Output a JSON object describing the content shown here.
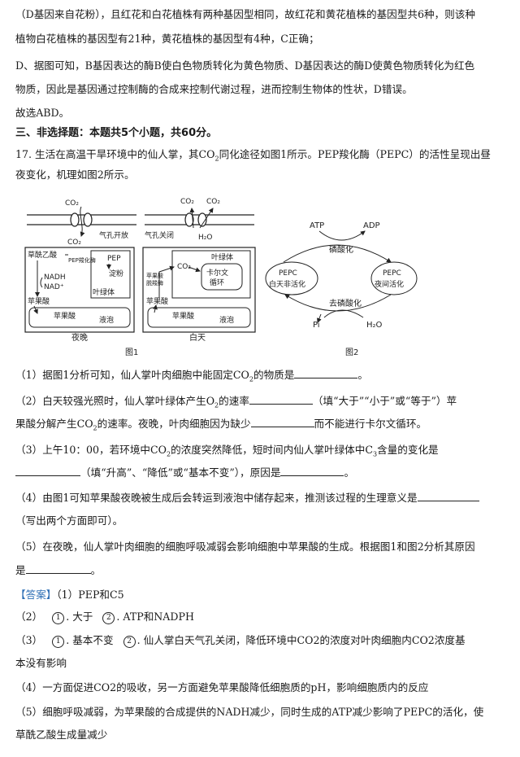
{
  "prev": {
    "line1": "（D基因来自花粉），且红花和白花植株有两种基因型相同，故红花和黄花植株的基因型共6种，则该种",
    "line2": "植物白花植株的基因型有21种，黄花植株的基因型有4种，C正确；",
    "line3": "D、据图可知，B基因表达的酶B使白色物质转化为黄色物质、D基因表达的酶D使黄色物质转化为红色",
    "line4": "物质，因此是基因通过控制酶的合成来控制代谢过程，进而控制生物体的性状，D错误。",
    "line5": "故选ABD。"
  },
  "section": "三、非选择题：本题共5个小题，共60分。",
  "q17": {
    "intro1a": "17. 生活在高温干旱环境中的仙人掌，其CO",
    "intro1b": "同化途径如图1所示。PEP羧化酶（PEPC）的活性呈现出昼",
    "intro2": "夜变化，机理如图2所示。"
  },
  "fig1": {
    "caption": "图1",
    "night": {
      "label": "夜晚",
      "co2_top": "CO₂",
      "co2_mid": "CO₂",
      "stomata": "气孔开放",
      "oaa": "草酰乙酸",
      "pepc": "PEP羧化酶",
      "pep": "PEP",
      "starch": "淀粉",
      "nadh": "NADH",
      "nad": "NAD⁺",
      "chloroplast": "叶绿体",
      "malate": "苹果酸",
      "malate2": "苹果酸",
      "vacuole": "液泡"
    },
    "day": {
      "label": "白天",
      "co2_a": "CO₂",
      "co2_b": "CO₂",
      "stomata": "气孔关闭",
      "h2o": "H₂O",
      "chloroplast": "叶绿体",
      "co2_in": "CO₂",
      "decarbox1": "苹果酸",
      "decarbox2": "脱羧酶",
      "calvin1": "卡尔文",
      "calvin2": "循环",
      "malate": "苹果酸",
      "malate2": "苹果酸",
      "vacuole": "液泡"
    }
  },
  "fig2": {
    "caption": "图2",
    "atp": "ATP",
    "adp": "ADP",
    "phos": "磷酸化",
    "left1": "PEPC",
    "left2": "白天非活化",
    "right1": "PEPC",
    "right2": "夜间活化",
    "dephos": "去磷酸化",
    "pi": "Pi",
    "h2o": "H₂O"
  },
  "questions": {
    "q1a": "（1）据图1分析可知，仙人掌叶肉细胞中能固定CO",
    "q1b": "的物质是",
    "q1end": "。",
    "q2a": "（2）白天较强光照时，仙人掌叶绿体产生O",
    "q2b": "的速率",
    "q2c": "（填“大于”“小于”或“等于”）苹",
    "q2d": "果酸分解产生CO",
    "q2e": "的速率。夜晚，叶肉细胞因为缺少",
    "q2f": "而不能进行卡尔文循环。",
    "q3a": "（3）上午10：00，若环境中CO",
    "q3b": "的浓度突然降低，短时间内仙人掌叶绿体中C",
    "q3c": "含量的变化是",
    "q3d": "（填“升高”、“降低”或“基本不变”），原因是",
    "q3end": "。",
    "q4a": "（4）由图1可知苹果酸夜晚被生成后会转运到液泡中储存起来，推测该过程的生理意义是",
    "q4b": "（写出两个方面即可）。",
    "q5a": "（5）在夜晚，仙人掌叶肉细胞的细胞呼吸减弱会影响细胞中苹果酸的生成。根据图1和图2分析其原因",
    "q5b": "是",
    "q5end": "。"
  },
  "answer": {
    "tag": "【答案】",
    "a1": "（1）PEP和C5",
    "a2": "（2）",
    "a2_1n": "1",
    "a2_1": ". 大于",
    "a2_2n": "2",
    "a2_2": ". ATP和NADPH",
    "a3": "（3）",
    "a3_1n": "1",
    "a3_1": ". 基本不变",
    "a3_2n": "2",
    "a3_2": ". 仙人掌白天气孔关闭，降低环境中CO2的浓度对叶肉细胞内CO2浓度基",
    "a3_cont": "本没有影响",
    "a4": "（4）一方面促进CO2的吸收，另一方面避免苹果酸降低细胞质的pH，影响细胞质内的反应",
    "a5": "（5）细胞呼吸减弱，为苹果酸的合成提供的NADH减少，同时生成的ATP减少影响了PEPC的活化，使",
    "a5_cont": "草酰乙酸生成量减少"
  },
  "sub2": "2",
  "sub3": "3"
}
